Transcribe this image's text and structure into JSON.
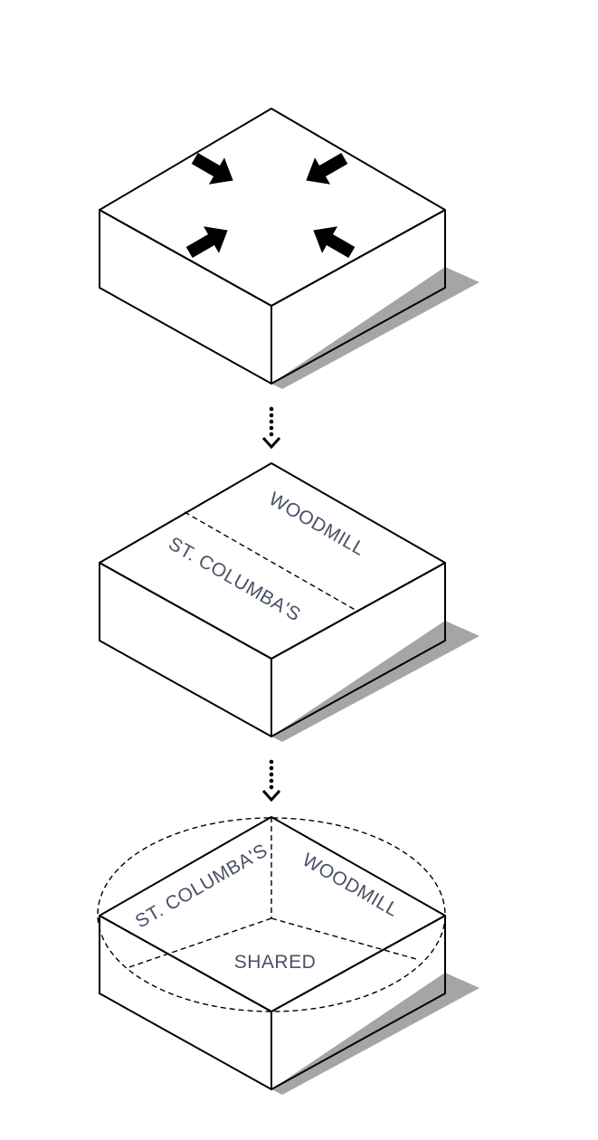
{
  "colors": {
    "top_face": "#ffffff",
    "left_face": "#ffffff",
    "right_face": "#d9d9d9",
    "shadow": "#a5a6a4",
    "outline": "#000000",
    "label": "#4a5066"
  },
  "stages": [
    {
      "id": "merge",
      "arrows": [
        "arrow-icon",
        "arrow-icon",
        "arrow-icon",
        "arrow-icon"
      ]
    },
    {
      "id": "split",
      "labels": {
        "woodmill": "WOODMILL",
        "st_columbas": "ST. COLUMBA'S"
      }
    },
    {
      "id": "shared",
      "labels": {
        "st_columbas": "ST. COLUMBA'S",
        "woodmill": "WOODMILL",
        "shared": "SHARED"
      }
    }
  ],
  "connectors": [
    "dotted-down-arrow",
    "dotted-down-arrow"
  ]
}
